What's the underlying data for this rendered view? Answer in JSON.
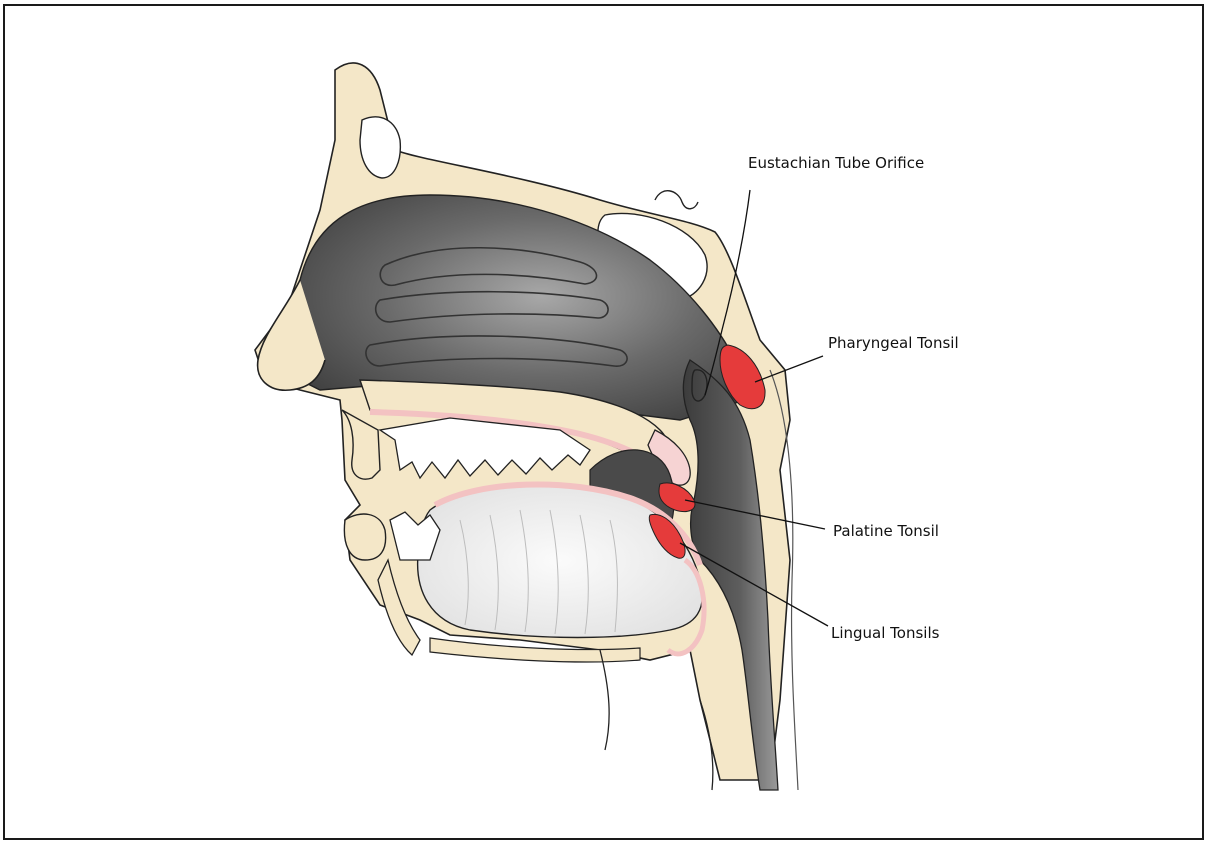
{
  "labels": {
    "eustachian_tube_orifice": "Eustachian Tube Orifice",
    "pharyngeal_tonsil": "Pharyngeal Tonsil",
    "palatine_tonsil": "Palatine Tonsil",
    "lingual_tonsils": "Lingual Tonsils"
  },
  "colors": {
    "bone": "#f4e7c8",
    "cavity": "#5a5a5a",
    "tonsil": "#e53b3b",
    "mucosa": "#f3c2c2",
    "outline": "#222222"
  }
}
